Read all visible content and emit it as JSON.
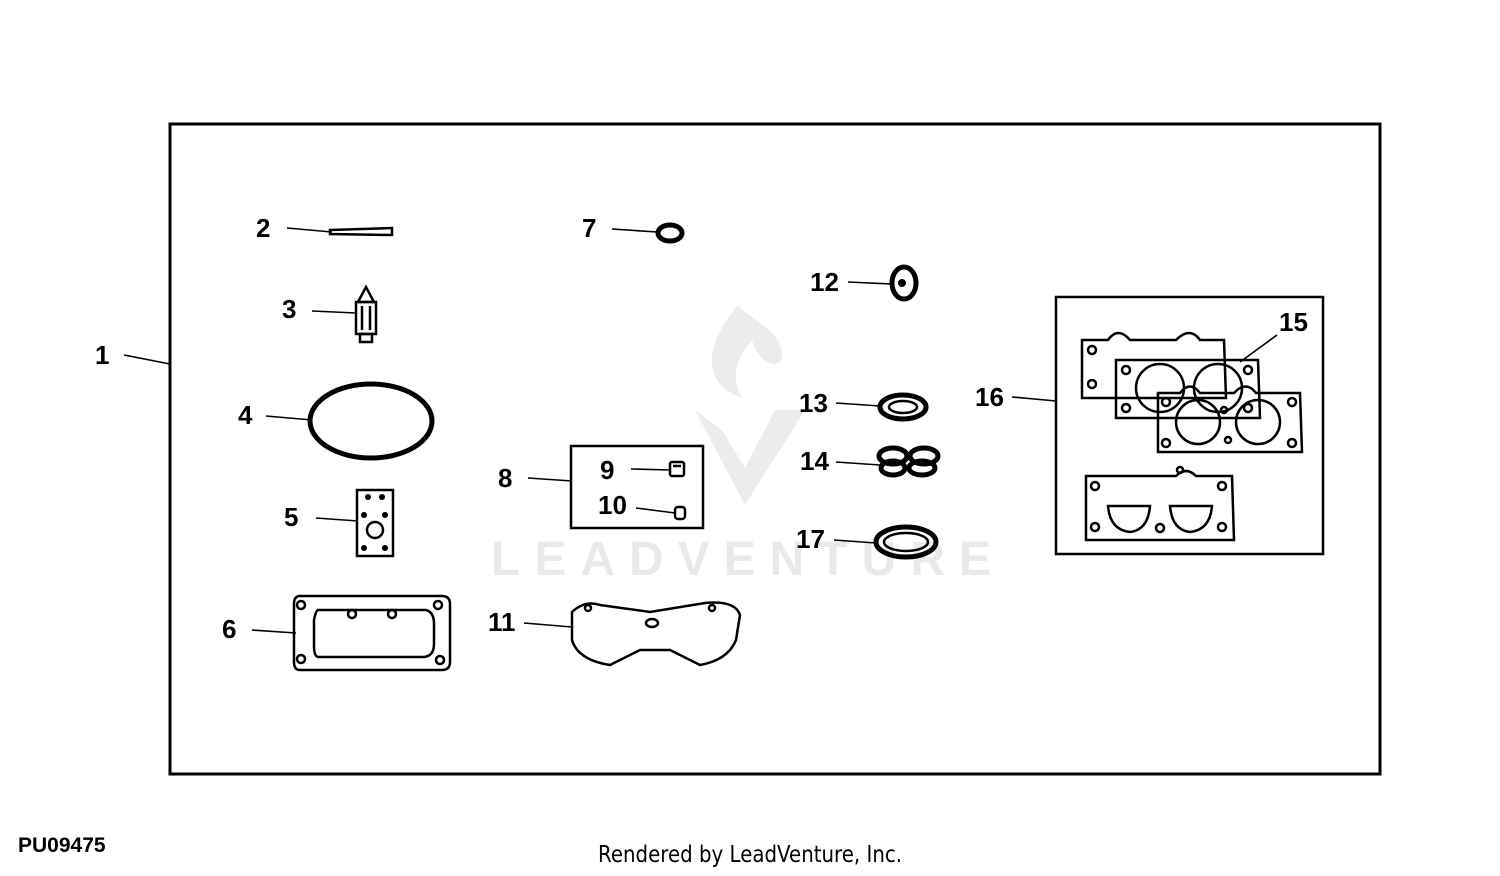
{
  "figure_id": "PU09475",
  "credit": "Rendered by LeadVenture, Inc.",
  "watermark": {
    "text": "LEADVENTURE",
    "color": "#e9e9e9"
  },
  "callouts": [
    "1",
    "2",
    "3",
    "4",
    "5",
    "6",
    "7",
    "8",
    "9",
    "10",
    "11",
    "12",
    "13",
    "14",
    "15",
    "16",
    "17"
  ],
  "colors": {
    "line": "#000000",
    "background": "#ffffff"
  }
}
